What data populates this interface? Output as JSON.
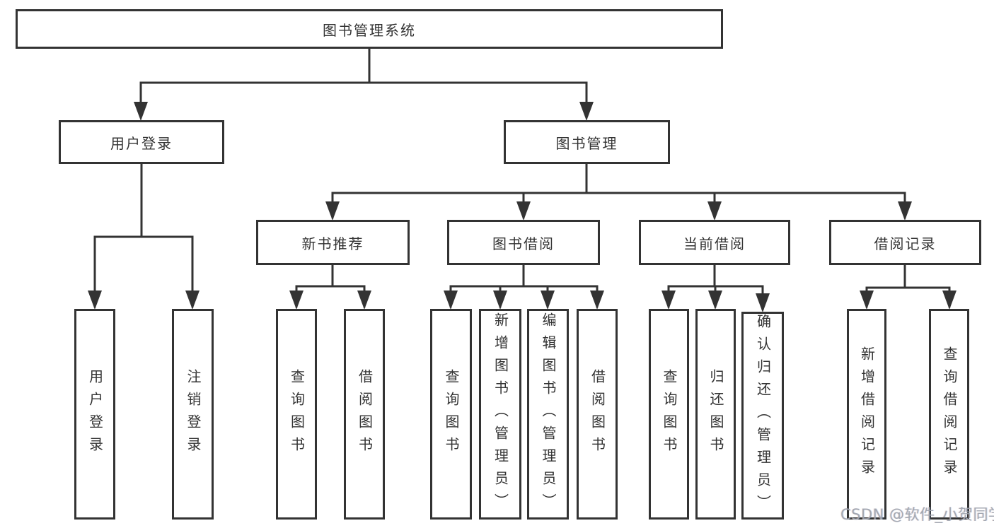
{
  "diagram": {
    "root": {
      "label": "图书管理系统"
    },
    "level2": [
      {
        "label": "用户登录"
      },
      {
        "label": "图书管理"
      }
    ],
    "level3": [
      {
        "label": "新书推荐"
      },
      {
        "label": "图书借阅"
      },
      {
        "label": "当前借阅"
      },
      {
        "label": "借阅记录"
      }
    ],
    "leaves": [
      {
        "label": "用户登录"
      },
      {
        "label": "注销登录"
      },
      {
        "label": "查询图书"
      },
      {
        "label": "借阅图书"
      },
      {
        "label": "查询图书"
      },
      {
        "label": "新增图书（管理员）"
      },
      {
        "label": "编辑图书（管理员）"
      },
      {
        "label": "借阅图书"
      },
      {
        "label": "查询图书"
      },
      {
        "label": "归还图书"
      },
      {
        "label": "确认归还（管理员）"
      },
      {
        "label": "新增借阅记录"
      },
      {
        "label": "查询借阅记录"
      }
    ]
  },
  "watermark": {
    "text": "CSDN @软件_小贺同学"
  },
  "colors": {
    "line": "#333333",
    "box_border": "#333333",
    "text": "#333333",
    "watermark": "#9ea4ac",
    "background": "#ffffff"
  }
}
